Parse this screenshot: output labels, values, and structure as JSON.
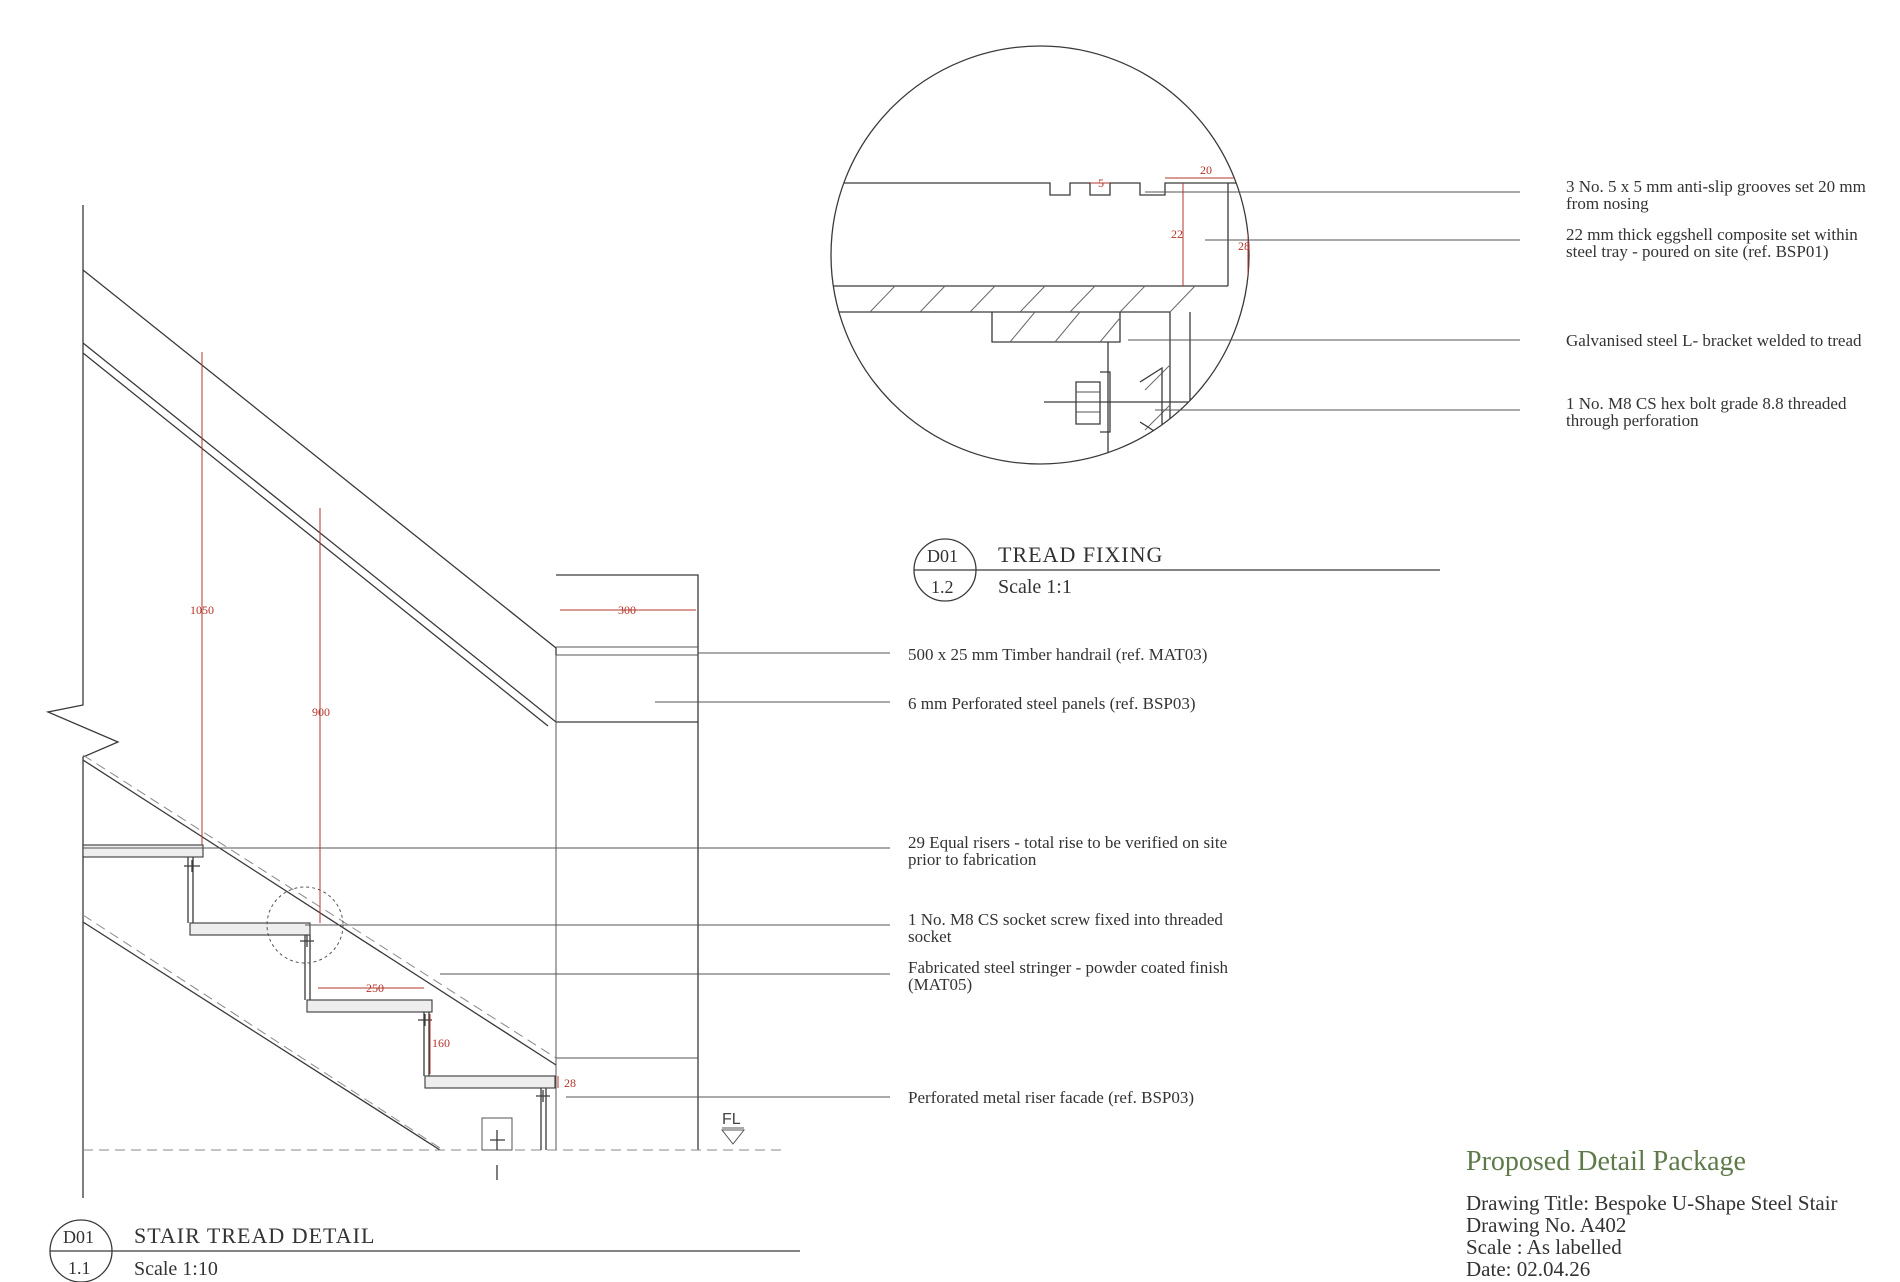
{
  "colors": {
    "line": "#3a3a3a",
    "dimension": "#b5342b",
    "package_title": "#5f7a4a",
    "text": "#333333"
  },
  "main_detail": {
    "tag_top": "D01",
    "tag_bottom": "1.1",
    "title": "STAIR TREAD DETAIL",
    "scale": "Scale 1:10",
    "level_marker": "FL",
    "dimensions": {
      "handrail_height_outer": "1050",
      "handrail_height_inner": "900",
      "landing_width": "300",
      "going": "250",
      "rise": "160",
      "tread_thickness": "28"
    }
  },
  "zoom_detail": {
    "tag_top": "D01",
    "tag_bottom": "1.2",
    "title": "TREAD FIXING",
    "scale": "Scale 1:1",
    "dimensions": {
      "groove": "5",
      "nosing_offset": "20",
      "composite_thickness": "22",
      "tread_depth": "28"
    }
  },
  "annotations": {
    "anti_slip": [
      "3 No. 5 x 5 mm anti-slip grooves set 20 mm",
      "from nosing"
    ],
    "composite": [
      "22 mm thick eggshell composite set within",
      "steel tray - poured on site (ref. BSP01)"
    ],
    "bracket": [
      "Galvanised steel L- bracket welded to tread"
    ],
    "hex_bolt": [
      "1 No. M8 CS hex bolt grade 8.8 threaded",
      "through perforation"
    ],
    "handrail": [
      "500 x 25 mm Timber handrail (ref. MAT03)"
    ],
    "panels": [
      "6 mm Perforated steel panels (ref. BSP03)"
    ],
    "risers": [
      "29 Equal risers - total rise to be verified on site",
      "prior to fabrication"
    ],
    "socket_screw": [
      "1 No. M8 CS socket screw fixed into threaded",
      "socket"
    ],
    "stringer": [
      "Fabricated steel stringer - powder coated finish",
      "(MAT05)"
    ],
    "riser_facade": [
      "Perforated metal riser facade (ref. BSP03)"
    ]
  },
  "title_block": {
    "package": "Proposed Detail Package",
    "drawing_title": "Drawing Title: Bespoke U-Shape Steel Stair",
    "drawing_no": "Drawing No. A402",
    "scale": "Scale : As labelled",
    "date": "Date: 02.04.26"
  }
}
